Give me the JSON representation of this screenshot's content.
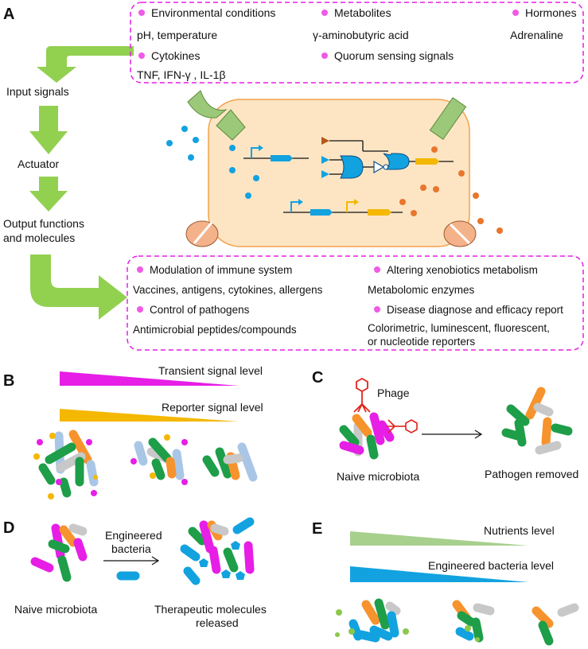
{
  "panels": {
    "a": "A",
    "b": "B",
    "c": "C",
    "d": "D",
    "e": "E"
  },
  "flow": {
    "input": "Input signals",
    "actuator": "Actuator",
    "output_l1": "Output functions",
    "output_l2": "and molecules"
  },
  "inputs_box": {
    "env_title": "Environmental conditions",
    "env_detail": "pH, temperature",
    "met_title": "Metabolites",
    "met_detail": "γ-aminobutyric acid",
    "horm_title": "Hormones",
    "horm_detail": "Adrenaline",
    "cyt_title": "Cytokines",
    "cyt_detail": "TNF, IFN-γ , IL-1β",
    "qs_title": "Quorum sensing signals"
  },
  "outputs_box": {
    "immune_title": "Modulation of immune system",
    "immune_detail": "Vaccines, antigens, cytokines, allergens",
    "xeno_title": "Altering xenobiotics metabolism",
    "xeno_detail": "Metabolomic enzymes",
    "path_title": "Control of pathogens",
    "path_detail": "Antimicrobial peptides/compounds",
    "diag_title": "Disease diagnose and efficacy report",
    "diag_detail_l1": "Colorimetric, luminescent, fluorescent,",
    "diag_detail_l2": "or nucleotide reporters"
  },
  "panel_b": {
    "transient": "Transient signal level",
    "reporter": "Reporter signal level"
  },
  "panel_c": {
    "phage": "Phage",
    "naive": "Naive microbiota",
    "removed": "Pathogen removed"
  },
  "panel_d": {
    "engineered_l1": "Engineered",
    "engineered_l2": "bacteria",
    "naive": "Naive microbiota",
    "released_l1": "Therapeutic molecules",
    "released_l2": "released"
  },
  "panel_e": {
    "nutrients": "Nutrients level",
    "engineered": "Engineered bacteria level"
  },
  "colors": {
    "magenta": "#e61ee6",
    "bullet": "#f05ae6",
    "orange": "#f7932d",
    "green": "#1e9e48",
    "blue": "#12a2e0",
    "gray": "#c8c8c8",
    "lightblue": "#a9c6e6",
    "yellow": "#f4b800",
    "arrow_green": "#92d050",
    "cell_fill": "#fde5c4",
    "cell_stroke": "#f2a14b",
    "receptor": "#9cc87a",
    "orange_dot": "#e8762c",
    "red_phage": "#e2231a"
  }
}
